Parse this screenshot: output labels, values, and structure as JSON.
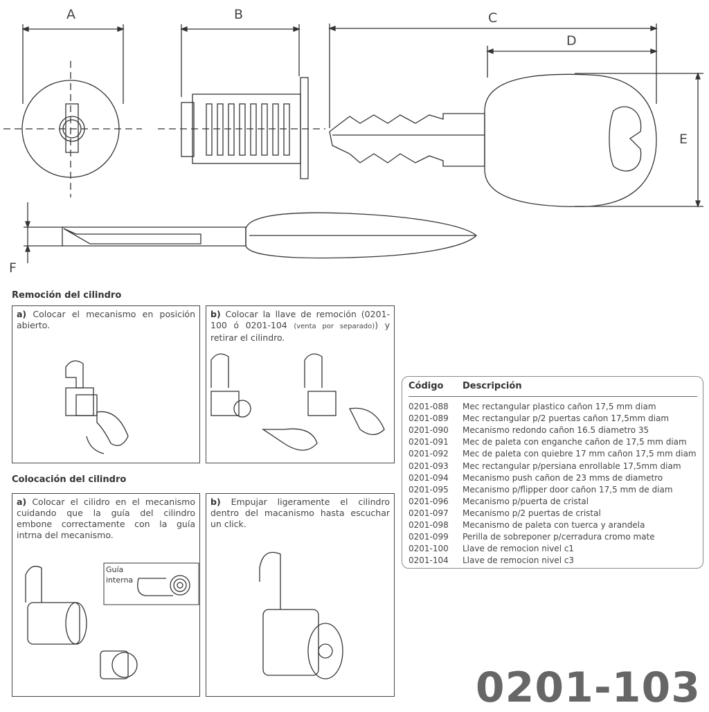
{
  "dimensions": {
    "a": "A",
    "b": "B",
    "c": "C",
    "d": "D",
    "e": "E",
    "f": "F"
  },
  "removal": {
    "title": "Remoción del cilindro",
    "step_a": {
      "label": "a)",
      "text": "Colocar el mecanismo en posición abierto."
    },
    "step_b": {
      "label": "b)",
      "text": "Colocar la llave de remoción (0201-100 ó 0201-104",
      "small": "(venta por separado)",
      "text_end": ") y retirar el cilindro."
    }
  },
  "placement": {
    "title": "Colocación del cilindro",
    "step_a": {
      "label": "a)",
      "text": "Colocar el cilidro en el mecanismo cuidando que la guía del cilindro embone correctamente con la guía intrna del mecanismo.",
      "inset_label_1": "Guía",
      "inset_label_2": "interna"
    },
    "step_b": {
      "label": "b)",
      "text": "Empujar ligeramente el cilindro dentro del macanismo hasta escuchar un click."
    }
  },
  "table": {
    "headers": {
      "code": "Código",
      "description": "Descripción"
    },
    "rows": [
      {
        "code": "0201-088",
        "desc": "Mec rectangular plastico cañon 17,5 mm diam"
      },
      {
        "code": "0201-089",
        "desc": "Mec rectangular p/2 puertas cañon 17,5mm diam"
      },
      {
        "code": "0201-090",
        "desc": "Mecanismo redondo cañon 16.5 diametro 35"
      },
      {
        "code": "0201-091",
        "desc": "Mec de paleta con enganche cañon de 17,5 mm diam"
      },
      {
        "code": "0201-092",
        "desc": "Mec de paleta con quiebre 17 mm cañon 17,5 mm diam"
      },
      {
        "code": "0201-093",
        "desc": "Mec rectangular p/persiana enrollable 17,5mm diam"
      },
      {
        "code": "0201-094",
        "desc": "Mecanismo push cañon de 23 mms de diametro"
      },
      {
        "code": "0201-095",
        "desc": "Mecanismo p/flipper door cañon 17,5 mm de diam"
      },
      {
        "code": "0201-096",
        "desc": "Mecanismo p/puerta de cristal"
      },
      {
        "code": "0201-097",
        "desc": "Mecanismo p/2 puertas de cristal"
      },
      {
        "code": "0201-098",
        "desc": "Mecanismo de paleta con tuerca y arandela"
      },
      {
        "code": "0201-099",
        "desc": "Perilla de sobreponer p/cerradura cromo mate"
      },
      {
        "code": "0201-100",
        "desc": "Llave de remocion nivel c1"
      },
      {
        "code": "0201-104",
        "desc": "Llave de remocion nivel c3"
      }
    ]
  },
  "model_number": "0201-103"
}
